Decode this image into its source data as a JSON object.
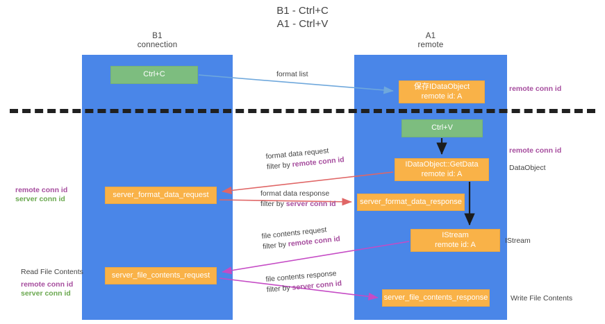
{
  "title": {
    "line1": "B1 - Ctrl+C",
    "line2": "A1 - Ctrl+V"
  },
  "columns": [
    {
      "id": "b1",
      "line1": "B1",
      "line2": "connection",
      "color": "#4a86e8"
    },
    {
      "id": "a1",
      "line1": "A1",
      "line2": "remote",
      "color": "#4a86e8"
    }
  ],
  "nodes": {
    "ctrl_c": {
      "label": "Ctrl+C",
      "sub": "",
      "color": "#7dbd7f"
    },
    "idataobject_store": {
      "label": "保存IDataObject",
      "sub": "remote id: A",
      "color": "#f9b248"
    },
    "ctrl_v": {
      "label": "Ctrl+V",
      "sub": "",
      "color": "#7dbd7f"
    },
    "getdata": {
      "label": "IDataObject::GetData",
      "sub": "remote id: A",
      "color": "#f9b248"
    },
    "server_format_data_request": {
      "label": "server_format_data_request",
      "sub": "",
      "color": "#f9b248"
    },
    "server_format_data_response": {
      "label": "server_format_data_response",
      "sub": "",
      "color": "#f9b248"
    },
    "istream": {
      "label": "IStream",
      "sub": "remote id: A",
      "color": "#f9b248"
    },
    "server_file_contents_request": {
      "label": "server_file_contents_request",
      "sub": "",
      "color": "#f9b248"
    },
    "server_file_contents_response": {
      "label": "server_file_contents_response",
      "sub": "",
      "color": "#f9b248"
    }
  },
  "edges": [
    {
      "id": "format_list",
      "line1": "format list",
      "line2": "",
      "line2_key": "",
      "color": "#6fa8dc",
      "from": "ctrl_c",
      "to": "idataobject_store"
    },
    {
      "id": "format_data_request",
      "line1": "format data request",
      "line2_prefix": "filter by ",
      "line2_key": "remote conn id",
      "key_color": "#a64d9e",
      "color": "#e06666",
      "from": "getdata",
      "to": "server_format_data_request"
    },
    {
      "id": "format_data_response",
      "line1": "format data response",
      "line2_prefix": "filter by ",
      "line2_key": "server conn id",
      "key_color": "#a64d9e",
      "color": "#e06666",
      "from": "server_format_data_request",
      "to": "server_format_data_response"
    },
    {
      "id": "file_contents_request",
      "line1": "file contents request",
      "line2_prefix": "filter by ",
      "line2_key": "remote conn id",
      "key_color": "#a64d9e",
      "color": "#c54bc5",
      "from": "istream",
      "to": "server_file_contents_request"
    },
    {
      "id": "file_contents_response",
      "line1": "file contents response",
      "line2_prefix": "filter by ",
      "line2_key": "server conn id",
      "key_color": "#a64d9e",
      "color": "#c54bc5",
      "from": "server_file_contents_request",
      "to": "server_file_contents_response"
    }
  ],
  "annotations": {
    "remote_conn_id_top": {
      "line1": "remote conn id",
      "color": "#a64d9e"
    },
    "remote_conn_id_middle": {
      "line1": "remote conn id",
      "color": "#a64d9e"
    },
    "left_middle": {
      "line1": "remote conn id",
      "line2": "server conn id"
    },
    "left_bottom": {
      "line0": "Read File Contents",
      "line1": "remote conn id",
      "line2": "server conn id"
    },
    "dataobject": {
      "label": "DataObject"
    },
    "istream": {
      "label": "IStream"
    },
    "write_file": {
      "label": "Write File Contents"
    }
  },
  "colors": {
    "panel_blue": "#4a86e8",
    "green_box": "#7dbd7f",
    "orange_box": "#f9b248",
    "remote_magenta": "#a64d9e",
    "server_green": "#6aa84f",
    "arrow_red": "#e06666",
    "arrow_blue": "#6fa8dc",
    "arrow_magenta": "#c54bc5",
    "divider": "#202020",
    "text": "#434343"
  }
}
